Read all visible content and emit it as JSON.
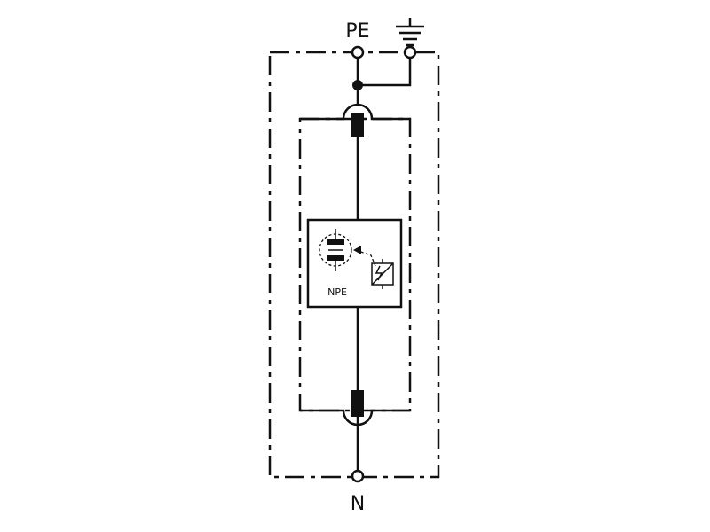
{
  "terminals": {
    "top_label": "PE",
    "bottom_label": "N"
  },
  "module": {
    "label": "NPE"
  },
  "icons": {
    "ground": "earth-ground-icon",
    "gas_discharge_tube": "gas-discharge-tube-icon",
    "thermal_disconnector": "thermal-disconnector-icon"
  },
  "colors": {
    "line": "#111111",
    "background": "#ffffff"
  }
}
